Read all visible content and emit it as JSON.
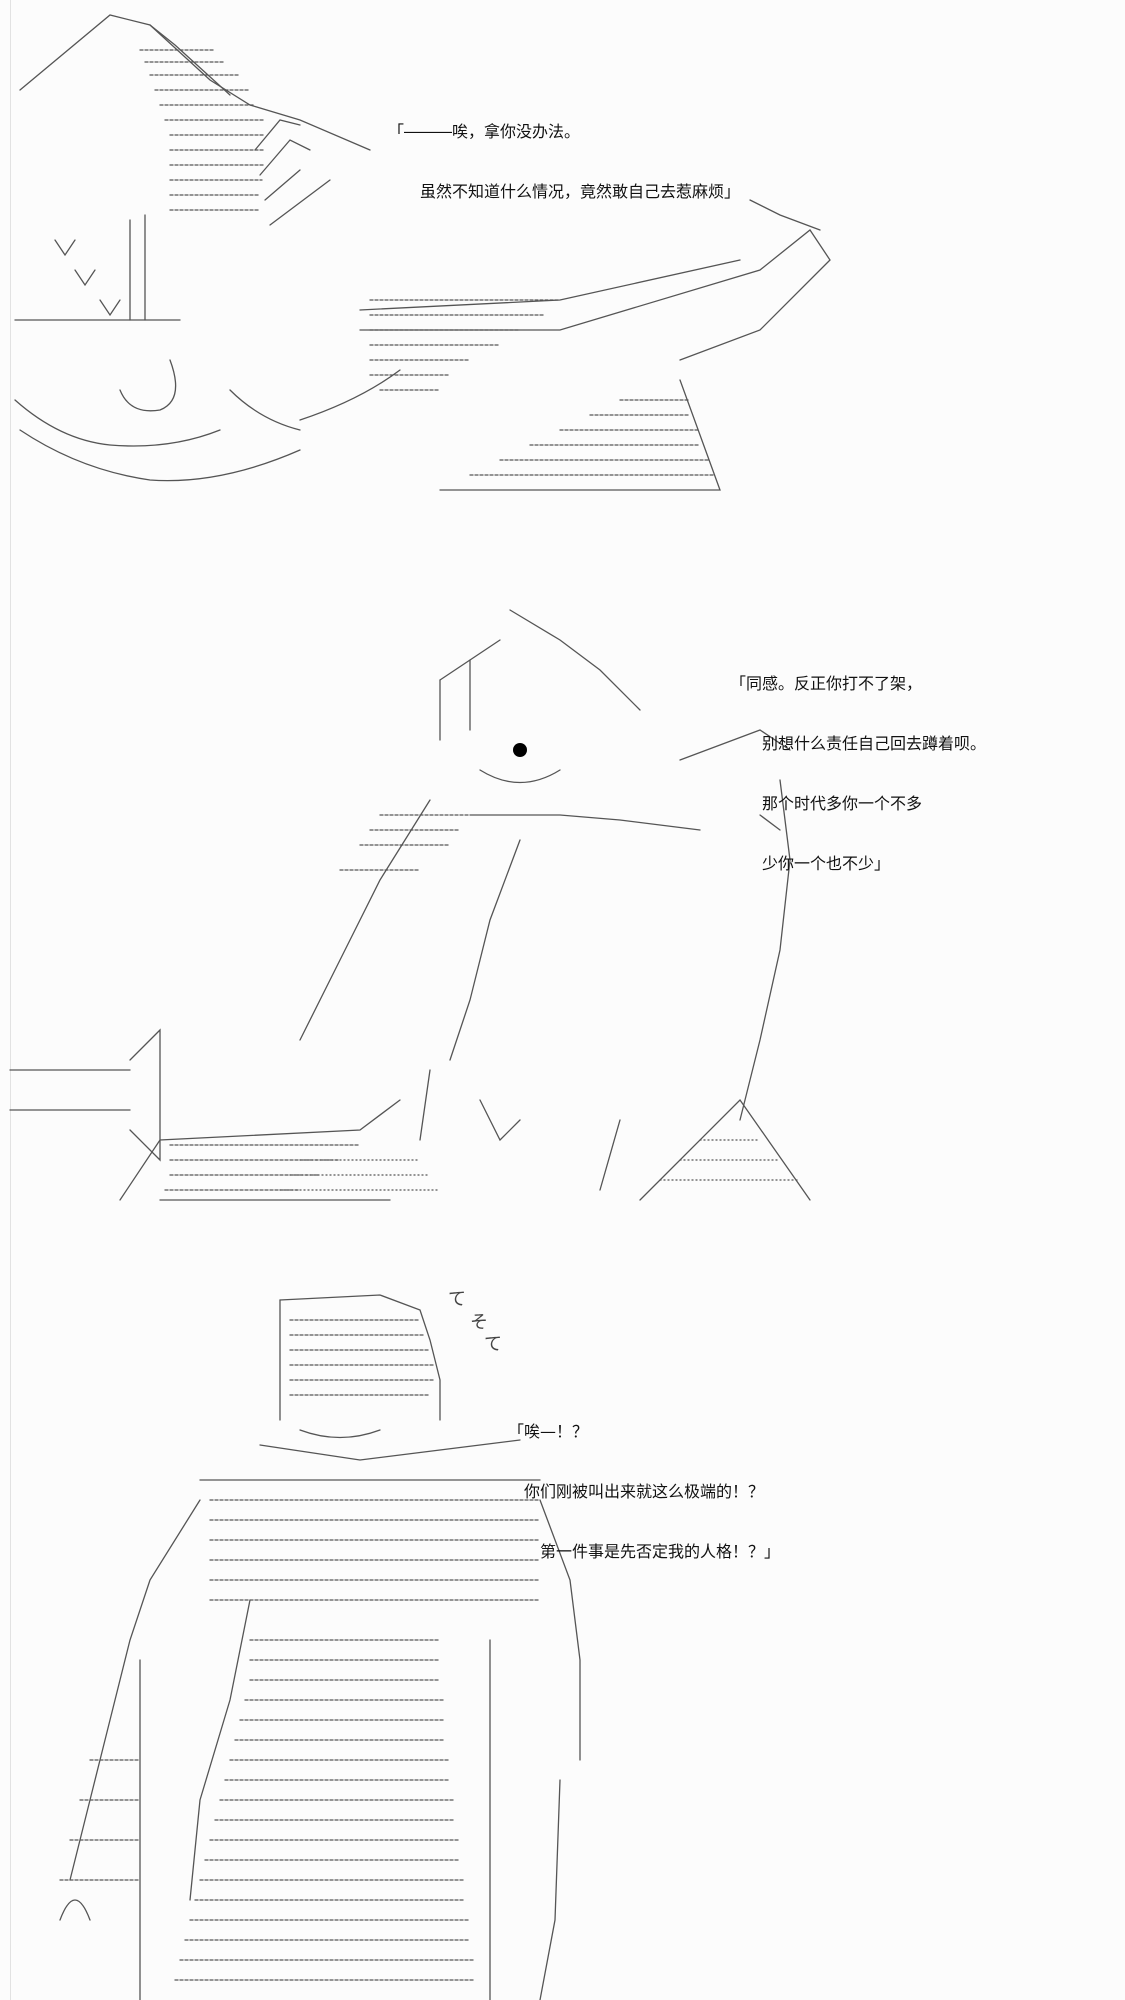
{
  "panels": [
    {
      "name": "panel-1",
      "dialogue": [
        "「―――唉，拿你没办法。",
        "　　虽然不知道什么情况，竟然敢自己去惹麻烦」"
      ]
    },
    {
      "name": "panel-2",
      "dialogue": [
        "「同感。反正你打不了架，",
        "　　别想什么责任自己回去蹲着呗。",
        "　　那个时代多你一个不多",
        "　　少你一个也不少」"
      ]
    },
    {
      "name": "panel-3",
      "sfx": [
        "て",
        "そ",
        "て"
      ],
      "dialogue": [
        "「唉—！？",
        "　你们刚被叫出来就这么极端的！？",
        "　　第一件事是先否定我的人格！？」"
      ]
    }
  ]
}
